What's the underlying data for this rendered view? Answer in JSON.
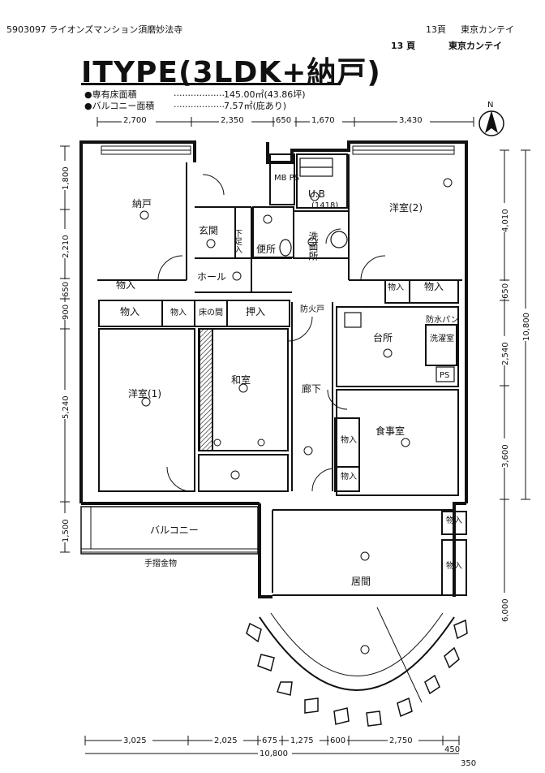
{
  "header": {
    "id_line": "5903097 ライオンズマンション須磨妙法寺",
    "page_left": "13頁",
    "company_left": "東京カンテイ",
    "page_right": "13 頁",
    "company_right": "東京カンテイ"
  },
  "plan": {
    "type_title": "ITYPE(3LDK+納戸)",
    "floor_area_label": "●専有床面積",
    "floor_area_value": "145.00㎡(43.86坪)",
    "balcony_label": "●バルコニー面積",
    "balcony_value": "7.57㎡(庇あり)"
  },
  "rooms": {
    "nando": "納戸",
    "genkan": "玄関",
    "hall": "ホール",
    "benjo": "便所",
    "senmenjo": "洗面所",
    "ub": "U.B",
    "ub_size": "(1418)",
    "youshitsu2": "洋室(2)",
    "youshitsu1": "洋室(1)",
    "washitsu": "和室",
    "daidokoro": "台所",
    "sentakushitsu": "洗濯室",
    "shokujishitsu": "食事室",
    "rouka": "廊下",
    "ima": "居間",
    "balcony": "バルコニー",
    "tokonoma": "床の間",
    "oshiire": "押入",
    "monoire": "物入",
    "geta": "下足入",
    "mbps": "MB PS",
    "tesuri": "手摺金物",
    "bouka": "防火戸",
    "ps": "PS",
    "bouka_pan": "防水パン"
  },
  "dimensions": {
    "top": [
      "2,700",
      "2,350",
      "650",
      "1,670",
      "3,430"
    ],
    "left": [
      "1,800",
      "2,210",
      "650",
      "900",
      "5,240",
      "1,500"
    ],
    "right": [
      "4,010",
      "650",
      "2,540",
      "3,600",
      "6,000",
      "10,800"
    ],
    "bottom": [
      "3,025",
      "2,025",
      "675",
      "1,275",
      "600",
      "2,750",
      "450"
    ],
    "bottom_total": "10,800",
    "bottom_extra": "350"
  },
  "compass": {
    "label": "N"
  }
}
